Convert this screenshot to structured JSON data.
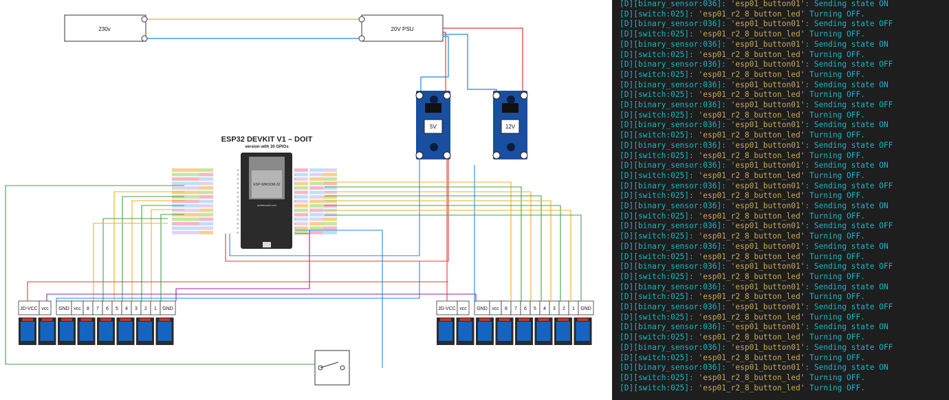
{
  "diagram": {
    "mains_label": "230v",
    "psu_label": "20V PSU",
    "buck1_label": "5V",
    "buck2_label": "12V",
    "board_title": "ESP32 DEVKIT V1 – DOIT",
    "board_subtitle": "version with 30 GPIOs",
    "module_label": "ESP-WROOM-32",
    "board_brand": "ardutnoant.com",
    "left_relay_headers": [
      "JD-VCC",
      "vcc",
      "GND",
      "vcc",
      "8",
      "7",
      "6",
      "5",
      "4",
      "3",
      "2",
      "1",
      "GND"
    ],
    "right_relay_headers": [
      "JD-VCC",
      "vcc",
      "GND",
      "vcc",
      "8",
      "7",
      "6",
      "5",
      "4",
      "3",
      "2",
      "1",
      "GND"
    ],
    "colors": {
      "red": "#e53935",
      "blue": "#1e88e5",
      "yellow": "#f9a825",
      "green": "#43a047",
      "purple": "#8e24aa",
      "board": "#2b2b2b",
      "relay": "#1565c0",
      "buck": "#1a4fa0"
    }
  },
  "console": {
    "lines": [
      {
        "prefix": "[D][binary_sensor:036]: ",
        "name": "'esp01_button01'",
        "status": ": Sending state ON"
      },
      {
        "prefix": "[D][switch:025]: ",
        "name": "'esp01_r2_8_button_led'",
        "status": " Turning OFF."
      },
      {
        "prefix": "[D][binary_sensor:036]: ",
        "name": "'esp01_button01'",
        "status": ": Sending state OFF"
      },
      {
        "prefix": "[D][switch:025]: ",
        "name": "'esp01_r2_8_button_led'",
        "status": " Turning OFF."
      },
      {
        "prefix": "[D][binary_sensor:036]: ",
        "name": "'esp01_button01'",
        "status": ": Sending state ON"
      },
      {
        "prefix": "[D][switch:025]: ",
        "name": "'esp01_r2_8_button_led'",
        "status": " Turning OFF."
      },
      {
        "prefix": "[D][binary_sensor:036]: ",
        "name": "'esp01_button01'",
        "status": ": Sending state OFF"
      },
      {
        "prefix": "[D][switch:025]: ",
        "name": "'esp01_r2_8_button_led'",
        "status": " Turning OFF."
      },
      {
        "prefix": "[D][binary_sensor:036]: ",
        "name": "'esp01_button01'",
        "status": ": Sending state ON"
      },
      {
        "prefix": "[D][switch:025]: ",
        "name": "'esp01_r2_8_button_led'",
        "status": " Turning OFF."
      },
      {
        "prefix": "[D][binary_sensor:036]: ",
        "name": "'esp01_button01'",
        "status": ": Sending state OFF"
      },
      {
        "prefix": "[D][switch:025]: ",
        "name": "'esp01_r2_8_button_led'",
        "status": " Turning OFF."
      },
      {
        "prefix": "[D][binary_sensor:036]: ",
        "name": "'esp01_button01'",
        "status": ": Sending state ON"
      },
      {
        "prefix": "[D][switch:025]: ",
        "name": "'esp01_r2_8_button_led'",
        "status": " Turning OFF."
      },
      {
        "prefix": "[D][binary_sensor:036]: ",
        "name": "'esp01_button01'",
        "status": ": Sending state OFF"
      },
      {
        "prefix": "[D][switch:025]: ",
        "name": "'esp01_r2_8_button_led'",
        "status": " Turning OFF."
      },
      {
        "prefix": "[D][binary_sensor:036]: ",
        "name": "'esp01_button01'",
        "status": ": Sending state ON"
      },
      {
        "prefix": "[D][switch:025]: ",
        "name": "'esp01_r2_8_button_led'",
        "status": " Turning OFF."
      },
      {
        "prefix": "[D][binary_sensor:036]: ",
        "name": "'esp01_button01'",
        "status": ": Sending state OFF"
      },
      {
        "prefix": "[D][switch:025]: ",
        "name": "'esp01_r2_8_button_led'",
        "status": " Turning OFF."
      },
      {
        "prefix": "[D][binary_sensor:036]: ",
        "name": "'esp01_button01'",
        "status": ": Sending state ON"
      },
      {
        "prefix": "[D][switch:025]: ",
        "name": "'esp01_r2_8_button_led'",
        "status": " Turning OFF."
      },
      {
        "prefix": "[D][binary_sensor:036]: ",
        "name": "'esp01_button01'",
        "status": ": Sending state OFF"
      },
      {
        "prefix": "[D][switch:025]: ",
        "name": "'esp01_r2_8_button_led'",
        "status": " Turning OFF."
      },
      {
        "prefix": "[D][binary_sensor:036]: ",
        "name": "'esp01_button01'",
        "status": ": Sending state ON"
      },
      {
        "prefix": "[D][switch:025]: ",
        "name": "'esp01_r2_8_button_led'",
        "status": " Turning OFF."
      },
      {
        "prefix": "[D][binary_sensor:036]: ",
        "name": "'esp01_button01'",
        "status": ": Sending state OFF"
      },
      {
        "prefix": "[D][switch:025]: ",
        "name": "'esp01_r2_8_button_led'",
        "status": " Turning OFF."
      },
      {
        "prefix": "[D][binary_sensor:036]: ",
        "name": "'esp01_button01'",
        "status": ": Sending state ON"
      },
      {
        "prefix": "[D][switch:025]: ",
        "name": "'esp01_r2_8_button_led'",
        "status": " Turning OFF."
      },
      {
        "prefix": "[D][binary_sensor:036]: ",
        "name": "'esp01_button01'",
        "status": ": Sending state OFF"
      },
      {
        "prefix": "[D][switch:025]: ",
        "name": "'esp01_r2_8_button_led'",
        "status": " Turning OFF."
      },
      {
        "prefix": "[D][binary_sensor:036]: ",
        "name": "'esp01_button01'",
        "status": ": Sending state ON"
      },
      {
        "prefix": "[D][switch:025]: ",
        "name": "'esp01_r2_8_button_led'",
        "status": " Turning OFF."
      },
      {
        "prefix": "[D][binary_sensor:036]: ",
        "name": "'esp01_button01'",
        "status": ": Sending state OFF"
      },
      {
        "prefix": "[D][switch:025]: ",
        "name": "'esp01_r2_8_button_led'",
        "status": " Turning OFF."
      },
      {
        "prefix": "[D][binary_sensor:036]: ",
        "name": "'esp01_button01'",
        "status": ": Sending state ON"
      },
      {
        "prefix": "[D][switch:025]: ",
        "name": "'esp01_r2_8_button_led'",
        "status": " Turning OFF."
      },
      {
        "prefix": "[D][switch:025]: ",
        "name": "'esp01_r2_8_button_led'",
        "status": " Turning OFF."
      }
    ]
  }
}
